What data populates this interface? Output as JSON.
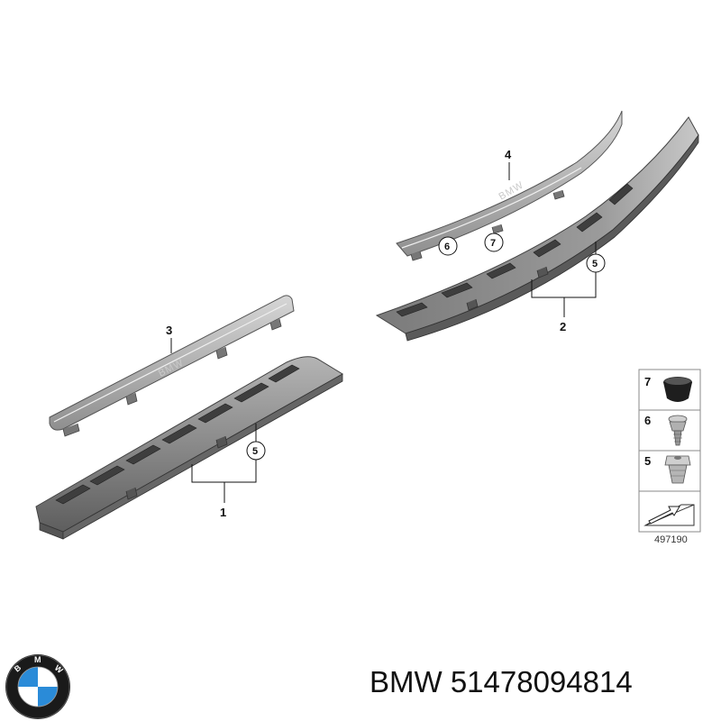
{
  "diagram": {
    "callouts": {
      "part1": "1",
      "part2": "2",
      "part3": "3",
      "part4": "4",
      "clip5_a": "5",
      "clip5_b": "5",
      "clip6": "6",
      "cap7": "7"
    },
    "emboss_text": {
      "part3": "BMW",
      "part4": "BMW"
    },
    "legend": {
      "items": [
        {
          "num": "7",
          "icon": "rubber-cap-icon"
        },
        {
          "num": "6",
          "icon": "screw-clip-icon"
        },
        {
          "num": "5",
          "icon": "expanding-clip-icon"
        },
        {
          "num": "",
          "icon": "orientation-arrow-icon"
        }
      ]
    },
    "diagram_id": "497190"
  },
  "caption": {
    "text": "BMW 51478094814"
  },
  "logo": {
    "letters": "BMW",
    "colors": {
      "ring": "#1a1a1a",
      "blue": "#2a8bd8",
      "white": "#ffffff"
    }
  }
}
